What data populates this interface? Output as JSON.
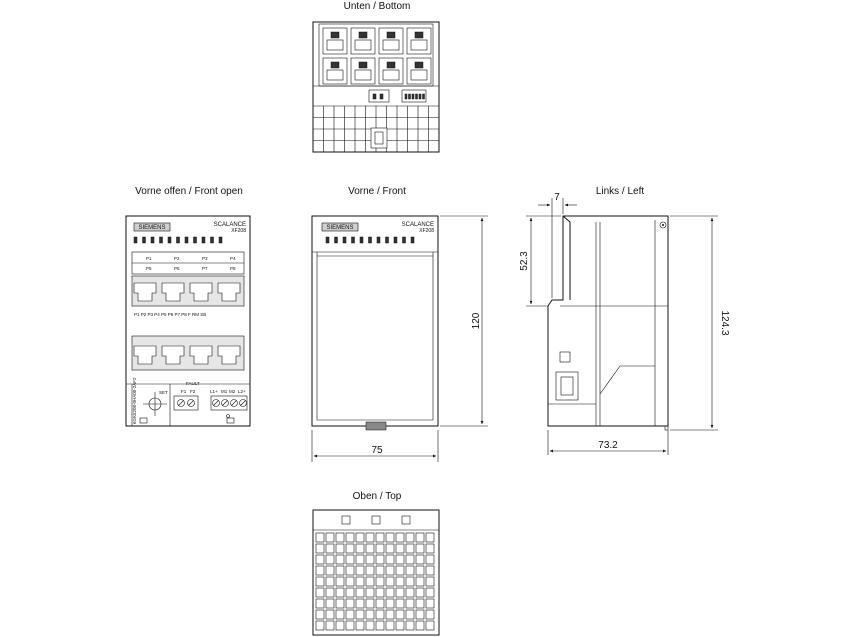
{
  "views": {
    "bottom": "Unten / Bottom",
    "front_open": "Vorne offen / Front open",
    "front": "Vorne / Front",
    "left": "Links / Left",
    "top": "Oben / Top"
  },
  "device": {
    "brand": "SIEMENS",
    "product": "SCALANCE",
    "model": "XF208",
    "ports": [
      "P1",
      "P2",
      "P3",
      "P4",
      "P5",
      "P6",
      "P7",
      "P8"
    ],
    "led_row": "P1 P2 P3 P4 P5 P6 P7 P8  F RM SB",
    "set_label": "SET",
    "fault_label": "FAULT",
    "terminals": [
      "F1",
      "F2",
      "L1+",
      "M1",
      "M2",
      "L2+"
    ],
    "order_no": "6GK5208-0HA00-2AF2"
  },
  "dimensions": {
    "front_width": "75",
    "front_height": "120",
    "left_width": "73.2",
    "left_height": "124.3",
    "left_depth_top": "7",
    "left_offset": "52.3"
  }
}
